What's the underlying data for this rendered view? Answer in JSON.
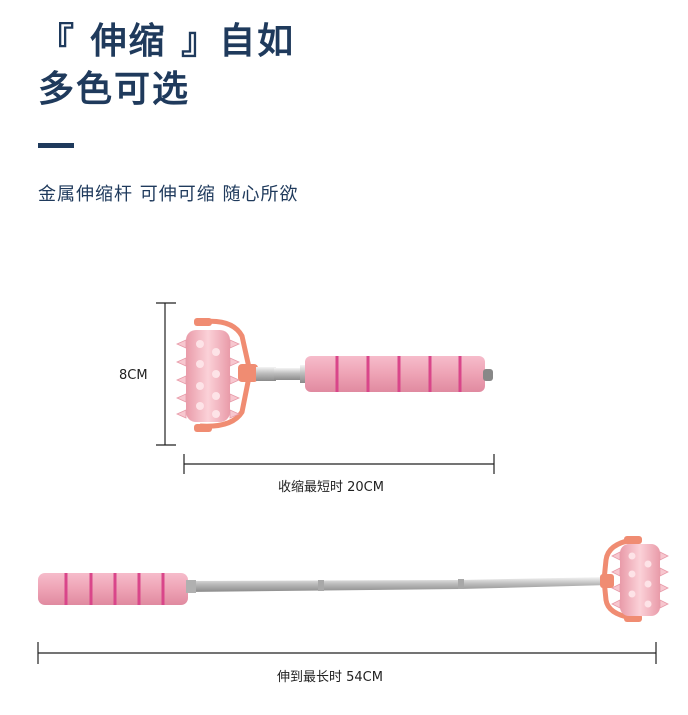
{
  "header": {
    "title_line1": "『 伸缩 』自如",
    "title_line2": "多色可选",
    "subtitle": "金属伸缩杆  可伸可缩  随心所欲"
  },
  "dimensions": {
    "height_label": "8CM",
    "short_label": "收缩最短时 20CM",
    "long_label": "伸到最长时 54CM"
  },
  "colors": {
    "navy": "#1f3a5c",
    "handle_pink": "#eea3b5",
    "stripe_magenta": "#d9468a",
    "roller_pink": "#f2b7c2",
    "frame_orange": "#f08c72",
    "steel": "#c9c9c9"
  }
}
